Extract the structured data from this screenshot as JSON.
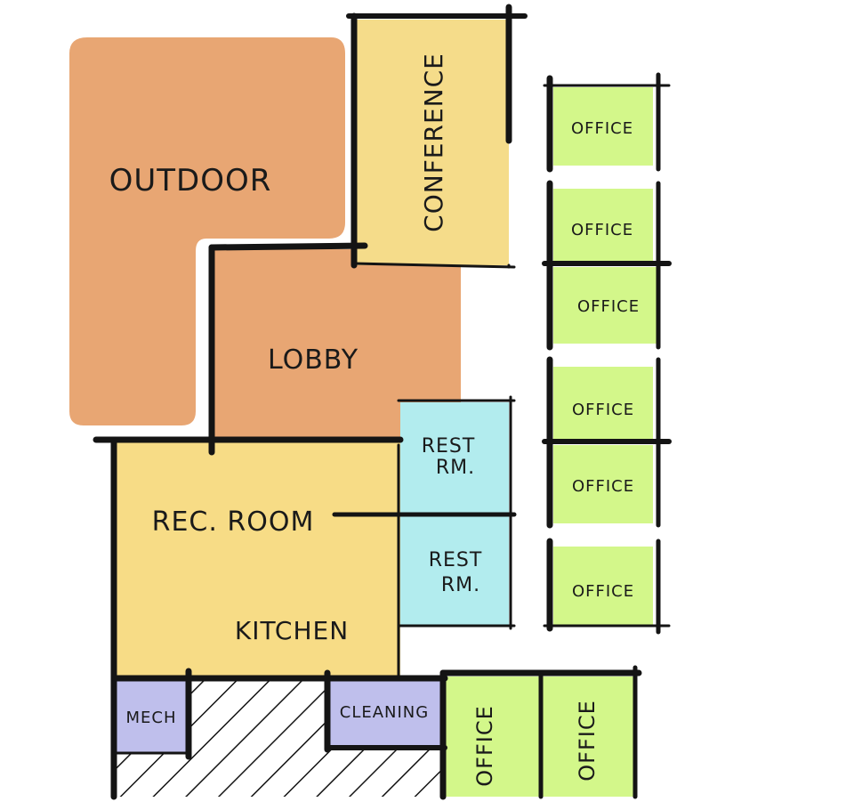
{
  "colors": {
    "outdoor": "#E8A673",
    "lobby": "#E8A673",
    "conference": "#F5DC8A",
    "rec_room": "#F7DC86",
    "rest": "#B2ECEE",
    "office": "#D3F78A",
    "mech": "#BFBFEC",
    "cleaning": "#BFBFEC",
    "wall": "#141414"
  },
  "rooms": {
    "outdoor": "OUTDOOR",
    "lobby": "LOBBY",
    "conference": "CONFERENCE",
    "rec_room": "REC. ROOM",
    "kitchen": "KITCHEN",
    "rest_1_line1": "REST",
    "rest_1_line2": "RM.",
    "rest_2_line1": "REST",
    "rest_2_line2": "RM.",
    "mech": "MECH",
    "cleaning": "CLEANING",
    "offices_right": [
      "OFFICE",
      "OFFICE",
      "OFFICE",
      "OFFICE",
      "OFFICE",
      "OFFICE"
    ],
    "offices_bottom": [
      "OFFICE",
      "OFFICE"
    ]
  }
}
